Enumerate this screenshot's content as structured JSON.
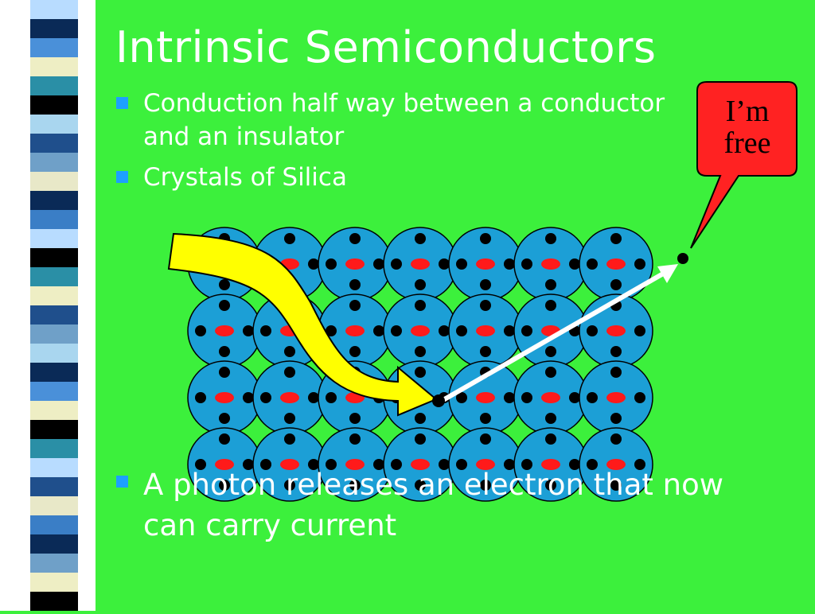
{
  "slide": {
    "title": "Intrinsic Semiconductors",
    "bullets": [
      {
        "line1": "Conduction half way between a conductor",
        "line2": "and an insulator"
      },
      {
        "line1": "Crystals of Silica"
      },
      {
        "line1": "A photon releases an electron that now",
        "line2": "can carry current"
      }
    ],
    "callout": {
      "line1": "I’m",
      "line2": "free"
    }
  },
  "lattice": {
    "rows": 4,
    "cols": 7
  },
  "colors": {
    "background": "#3cf03c",
    "atom": "#1c9fd6",
    "nucleus": "#ff1a1a",
    "electron": "#000000",
    "photon": "#ffff00",
    "path_arrow": "#ffffff",
    "callout_fill": "#ff2222",
    "bullet_marker": "#1da0ff"
  },
  "strip_colors": [
    "#b8dcff",
    "#0a2a57",
    "#4a90d9",
    "#eeeec4",
    "#2a8fa6",
    "#000000",
    "#a9d6ef",
    "#1f4f8c",
    "#6fa0c8",
    "#e8e8c8",
    "#0a2a57",
    "#3a7ec6",
    "#b8dcff",
    "#000000",
    "#2a8fa6",
    "#eeeec4",
    "#1f4f8c",
    "#6fa0c8",
    "#a9d6ef",
    "#0a2a57",
    "#4a90d9",
    "#eeeec4",
    "#000000",
    "#2a8fa6",
    "#b8dcff",
    "#1f4f8c",
    "#e8e8c8",
    "#3a7ec6",
    "#0a2a57",
    "#6fa0c8",
    "#eeeec4",
    "#000000"
  ]
}
